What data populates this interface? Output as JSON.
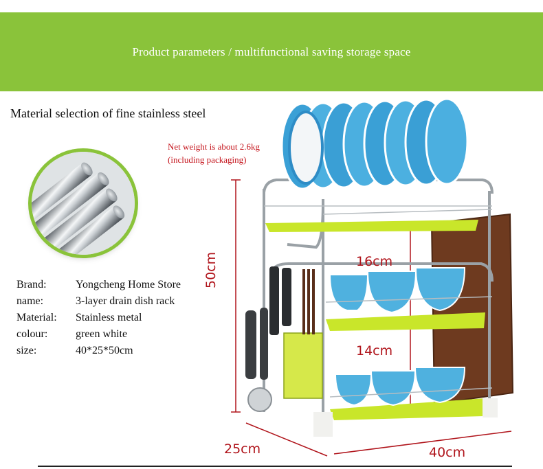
{
  "banner": {
    "title": "Product parameters / multifunctional saving storage space"
  },
  "subtitle": "Material selection of fine stainless steel",
  "weight_note": {
    "line1": "Net weight is about 2.6kg",
    "line2": "(including packaging)"
  },
  "specs": [
    {
      "label": "Brand:",
      "value": "Yongcheng Home Store"
    },
    {
      "label": "name:",
      "value": "3-layer drain dish rack"
    },
    {
      "label": "Material:",
      "value": "Stainless metal"
    },
    {
      "label": "colour:",
      "value": "green white"
    },
    {
      "label": "size:",
      "value": "40*25*50cm"
    }
  ],
  "dimensions": {
    "height": "50cm",
    "upper_gap": "16cm",
    "lower_gap": "14cm",
    "depth": "25cm",
    "width": "40cm"
  },
  "colors": {
    "banner": "#8ac33a",
    "accent_red": "#b0141b",
    "tray_green": "#c9e62a",
    "board_brown": "#6e3a1f"
  },
  "icons": [
    "steel-rods-image",
    "dish-rack-image"
  ]
}
